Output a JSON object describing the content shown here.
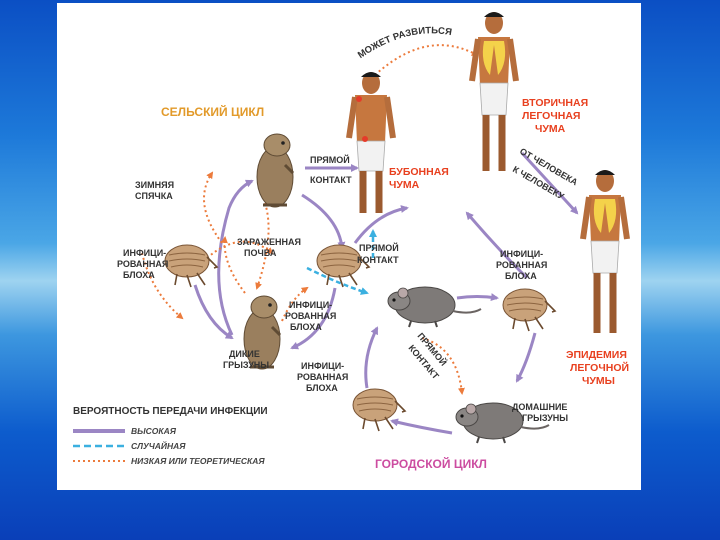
{
  "colors": {
    "high": "#9b86c4",
    "random": "#3bb0e0",
    "low": "#ec7b3c",
    "rural_title": "#e29a2a",
    "urban_title": "#cc4ca0",
    "plague_red": "#e8401f"
  },
  "labels": {
    "rural_cycle": "СЕЛЬСКИЙ ЦИКЛ",
    "urban_cycle": "ГОРОДСКОЙ ЦИКЛ",
    "may_develop": "МОЖЕТ РАЗВИТЬСЯ",
    "secondary_pneumonic": [
      "ВТОРИЧНАЯ",
      "ЛЕГОЧНАЯ",
      "ЧУМА"
    ],
    "bubonic": [
      "БУБОННАЯ",
      "ЧУМА"
    ],
    "person_to_person": [
      "ОТ ЧЕЛОВЕКА",
      "К ЧЕЛОВЕКУ"
    ],
    "pneumonic_epidemic": [
      "ЭПИДЕМИЯ",
      "ЛЕГОЧНОЙ",
      "ЧУМЫ"
    ],
    "direct_contact_top": [
      "ПРЯМОЙ",
      "КОНТАКТ"
    ],
    "hibernation": [
      "ЗИМНЯЯ",
      "СПЯЧКА"
    ],
    "infected_soil": [
      "ЗАРАЖЕННАЯ",
      "ПОЧВА"
    ],
    "infected_flea_left": [
      "ИНФИЦИ-",
      "РОВАННАЯ",
      "БЛОХА"
    ],
    "infected_flea_center": [
      "ИНФИЦИ-",
      "РОВАННАЯ",
      "БЛОХА"
    ],
    "infected_flea_right": [
      "ИНФИЦИ-",
      "РОВАННАЯ",
      "БЛОХА"
    ],
    "infected_flea_bottom": [
      "ИНФИЦИ-",
      "РОВАННАЯ",
      "БЛОХА"
    ],
    "direct_contact_mid": [
      "ПРЯМОЙ",
      "КОНТАКТ"
    ],
    "direct_contact_arc": [
      "ПРЯМОЙ",
      "КОНТАКТ"
    ],
    "wild_rodents": [
      "ДИКИЕ",
      "ГРЫЗУНЫ"
    ],
    "domestic_rodents": [
      "ДОМАШНИЕ",
      "ГРЫЗУНЫ"
    ]
  },
  "legend": {
    "title": "ВЕРОЯТНОСТЬ ПЕРЕДАЧИ ИНФЕКЦИИ",
    "items": [
      {
        "label": "ВЫСОКАЯ",
        "style": "high"
      },
      {
        "label": "СЛУЧАЙНАЯ",
        "style": "random"
      },
      {
        "label": "НИЗКАЯ ИЛИ ТЕОРЕТИЧЕСКАЯ",
        "style": "low"
      }
    ]
  }
}
